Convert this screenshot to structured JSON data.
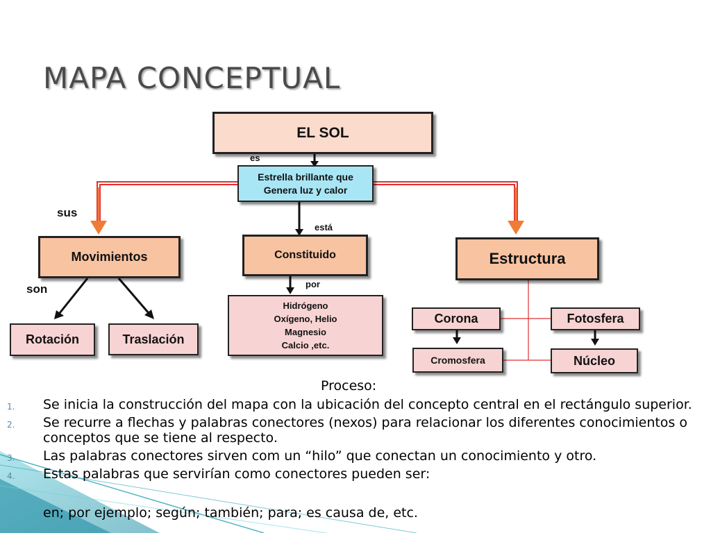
{
  "title": "MAPA CONCEPTUAL",
  "diagram": {
    "root": "EL SOL",
    "connector_es": "es",
    "definition_line1": "Estrella brillante que",
    "definition_line2": "Genera luz y calor",
    "connector_sus": "sus",
    "connector_esta": "está",
    "movimientos": "Movimientos",
    "constituido": "Constituido",
    "estructura": "Estructura",
    "connector_son": "son",
    "connector_por": "por",
    "rotacion": "Rotación",
    "traslacion": "Traslación",
    "elements": [
      "Hidrógeno",
      "Oxígeno, Helio",
      "Magnesio",
      "Calcio ,etc."
    ],
    "corona": "Corona",
    "fotosfera": "Fotosfera",
    "cromosfera": "Cromosfera",
    "nucleo": "Núcleo"
  },
  "proceso_title": "Proceso:",
  "steps": [
    {
      "num": "1.",
      "text": "Se inicia la construcción del mapa con la ubicación del concepto central en el rectángulo superior."
    },
    {
      "num": "2.",
      "text": "Se recurre a flechas y palabras conectores (nexos) para relacionar los diferentes conocimientos o conceptos que se tiene al respecto."
    },
    {
      "num": "3.",
      "text": "Las palabras conectores sirven com un “hilo” que conectan un conocimiento y otro."
    },
    {
      "num": "4.",
      "text": "Estas palabras que servirían como conectores pueden ser:"
    }
  ],
  "step_extra": "en; por ejemplo; según; también; para; es causa de, etc.",
  "colors": {
    "root_fill": "#fadbcc",
    "definition_fill": "#a9e6f5",
    "concept_fill": "#f8c3a1",
    "elements_fill": "#f8d3d3",
    "branch_line": "#e03030",
    "branch_arrow": "#f07b35",
    "accent_teal": "#2aa3b5",
    "number_color": "#5b86a8"
  }
}
